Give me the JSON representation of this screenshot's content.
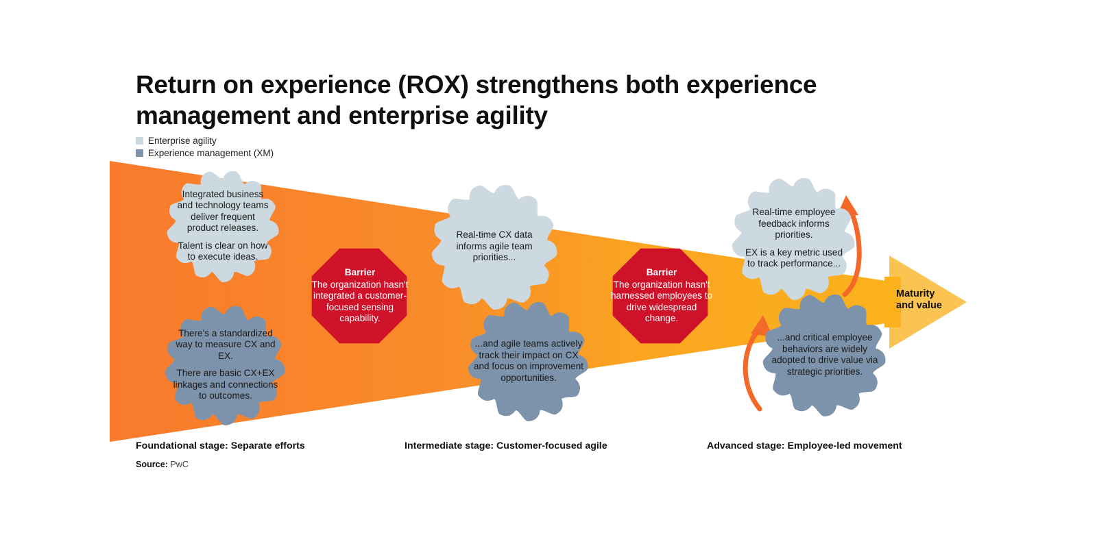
{
  "title": "Return on experience (ROX) strengthens both experience management and enterprise agility",
  "legend": {
    "items": [
      {
        "label": "Enterprise agility",
        "color": "#cdd9e0"
      },
      {
        "label": "Experience management (XM)",
        "color": "#7d93ab"
      }
    ]
  },
  "colors": {
    "ribbon_start": "#f97a2c",
    "ribbon_mid": "#f99a2a",
    "ribbon_end": "#fbb21c",
    "arrow_head": "#fcc košmar",
    "arrowhead": "#fbc352",
    "barrier": "#cf1229",
    "enterprise_agility": "#cdd9e0",
    "experience_management": "#7d93ab",
    "curve_arrow": "#f4682a",
    "text_dark": "#1a1a1a"
  },
  "stages": [
    {
      "id": "foundational",
      "caption": "Foundational stage: Separate efforts",
      "agility_gear": {
        "paragraphs": [
          "Integrated business and technology teams deliver frequent product releases.",
          "Talent is clear on how to execute ideas."
        ]
      },
      "xm_gear": {
        "paragraphs": [
          "There's a standardized way to measure CX and EX.",
          "There are basic CX+EX linkages and connections to outcomes."
        ]
      }
    },
    {
      "id": "intermediate",
      "caption": "Intermediate stage: Customer-focused agile",
      "agility_gear": {
        "paragraphs": [
          "Real-time CX data informs agile team priorities..."
        ]
      },
      "xm_gear": {
        "paragraphs": [
          "...and agile teams actively track their impact on CX and focus on improvement opportunities."
        ]
      }
    },
    {
      "id": "advanced",
      "caption": "Advanced stage: Employee-led movement",
      "agility_gear": {
        "paragraphs": [
          "Real-time employee feedback informs priorities.",
          "EX is a key metric used to track performance..."
        ]
      },
      "xm_gear": {
        "paragraphs": [
          "...and critical employee behaviors are widely adopted to drive value via strategic priorities."
        ]
      }
    }
  ],
  "barriers": [
    {
      "heading": "Barrier",
      "body": "The organization hasn't integrated a customer-focused sensing capability."
    },
    {
      "heading": "Barrier",
      "body": "The organization hasn't harnessed employees to drive widespread change."
    }
  ],
  "arrow": {
    "label_line1": "Maturity",
    "label_line2": "and value"
  },
  "source": {
    "label": "Source:",
    "value": "PwC"
  }
}
